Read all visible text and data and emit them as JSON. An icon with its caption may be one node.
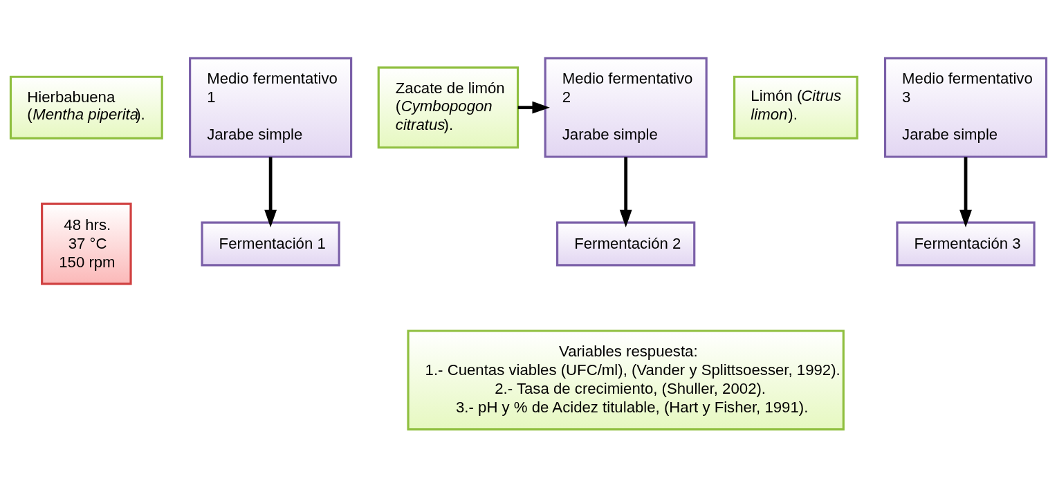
{
  "diagram": {
    "nodes": [
      {
        "text": [
          "Hierbabuena (*Mentha piperita*)."
        ]
      },
      {
        "text": [
          "Medio fermentativo 1",
          "Jarabe simple"
        ]
      },
      {
        "text": [
          "Zacate de limón (*Cymbopogon citratus*)."
        ]
      },
      {
        "text": [
          "Medio fermentativo 2",
          "Jarabe simple"
        ]
      },
      {
        "text": [
          "Limón (*Citrus limon*)."
        ]
      },
      {
        "text": [
          "Medio fermentativo 3",
          "Jarabe simple"
        ]
      },
      {
        "text": [
          "48 hrs. 37 °C 150 rpm"
        ]
      },
      {
        "text": [
          "Fermentación 1"
        ]
      },
      {
        "text": [
          "Fermentación 2"
        ]
      },
      {
        "text": [
          "Fermentación 3"
        ]
      },
      {
        "text": [
          "Variables respuesta:",
          "1.- Cuentas viables (UFC/ml), (Vander y Splittsoesser, 1992).",
          "2.- Tasa de crecimiento, (Shuller, 2002).",
          "3.- pH y % de Acidez titulable, (Hart y Fisher, 1991)."
        ]
      }
    ],
    "edges": [
      {
        "from": 1,
        "to": 7,
        "arrow": "to"
      },
      {
        "from": 2,
        "to": 3,
        "arrow": "to"
      },
      {
        "from": 3,
        "to": 8,
        "arrow": "to"
      },
      {
        "from": 5,
        "to": 9,
        "arrow": "to"
      }
    ]
  }
}
